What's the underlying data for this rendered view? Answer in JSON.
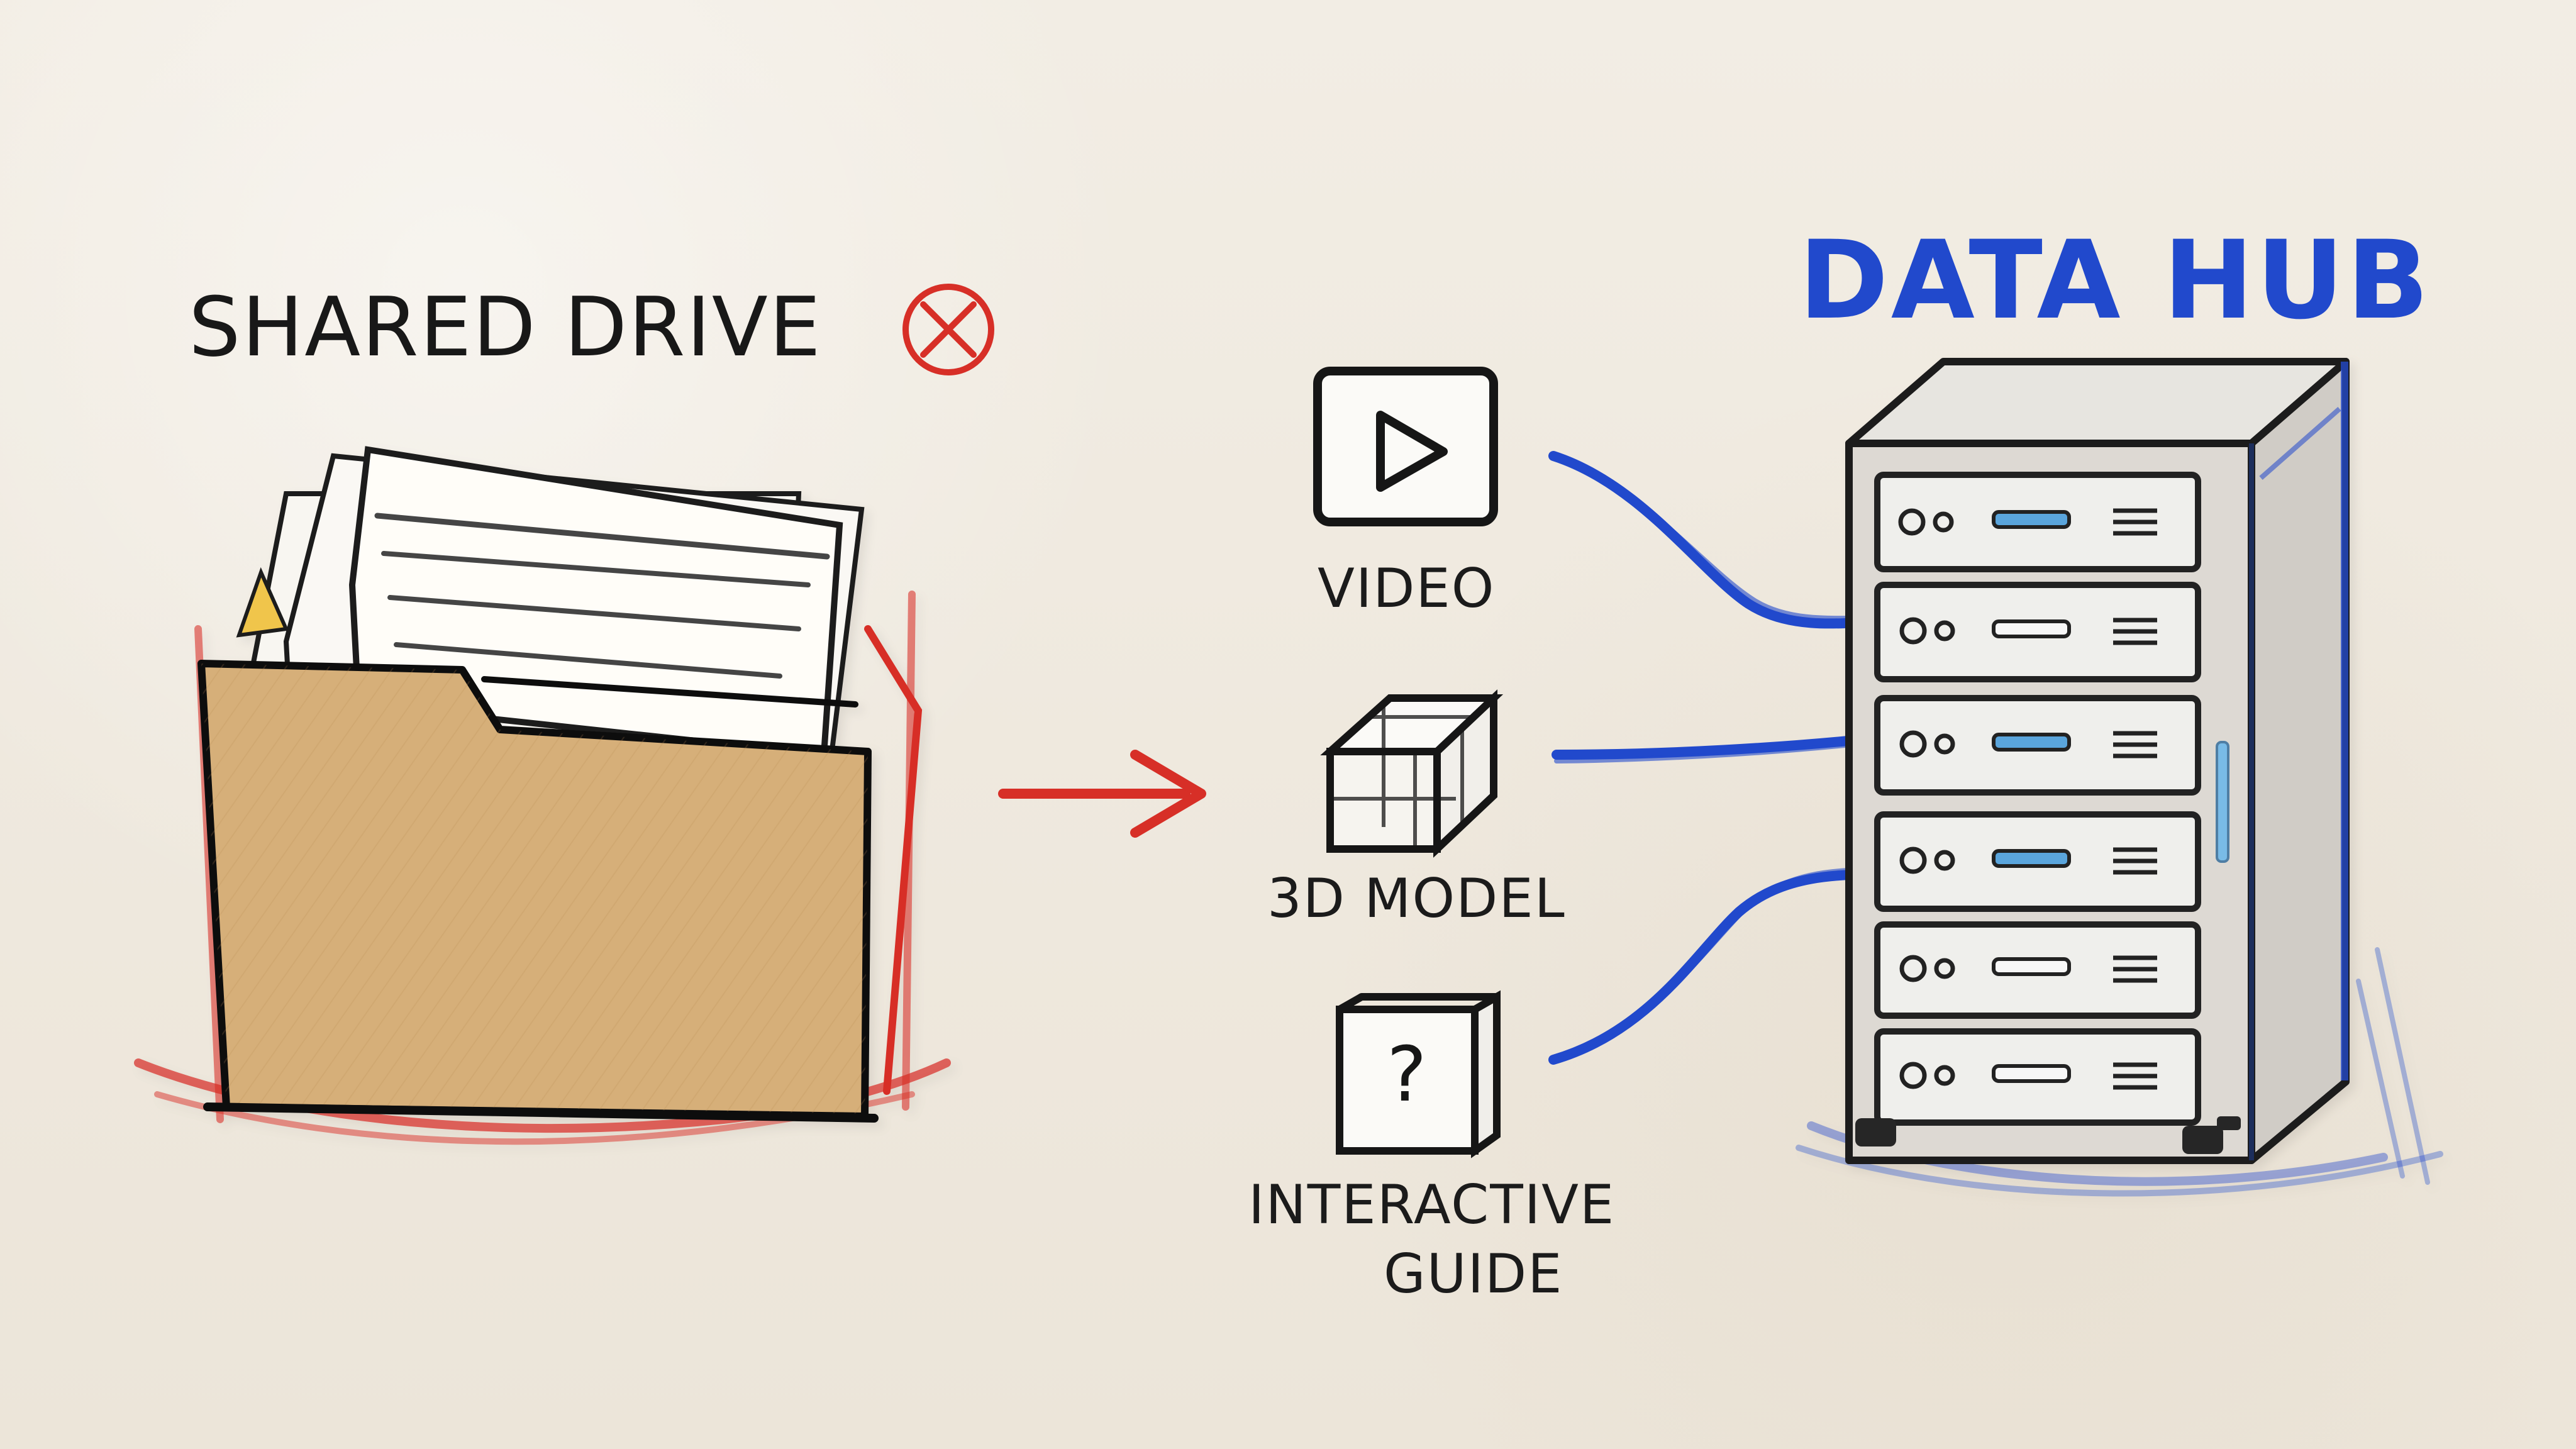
{
  "diagram": {
    "shared_drive_title": "SHARED DRIVE",
    "data_hub_title": "DATA HUB",
    "content_types": [
      {
        "label": "VIDEO",
        "icon": "play-icon"
      },
      {
        "label": "3D MODEL",
        "icon": "cube-icon"
      },
      {
        "label_line1": "INTERACTIVE",
        "label_line2": "GUIDE",
        "icon": "question-book-icon"
      }
    ],
    "colors": {
      "ink": "#1b1b1b",
      "red": "#d72f27",
      "blue": "#2149cc",
      "folder": "#d6af79",
      "paper": "#f8f6f1",
      "server_face": "#d9d8d4",
      "status_light": "#5aa5dc"
    }
  }
}
